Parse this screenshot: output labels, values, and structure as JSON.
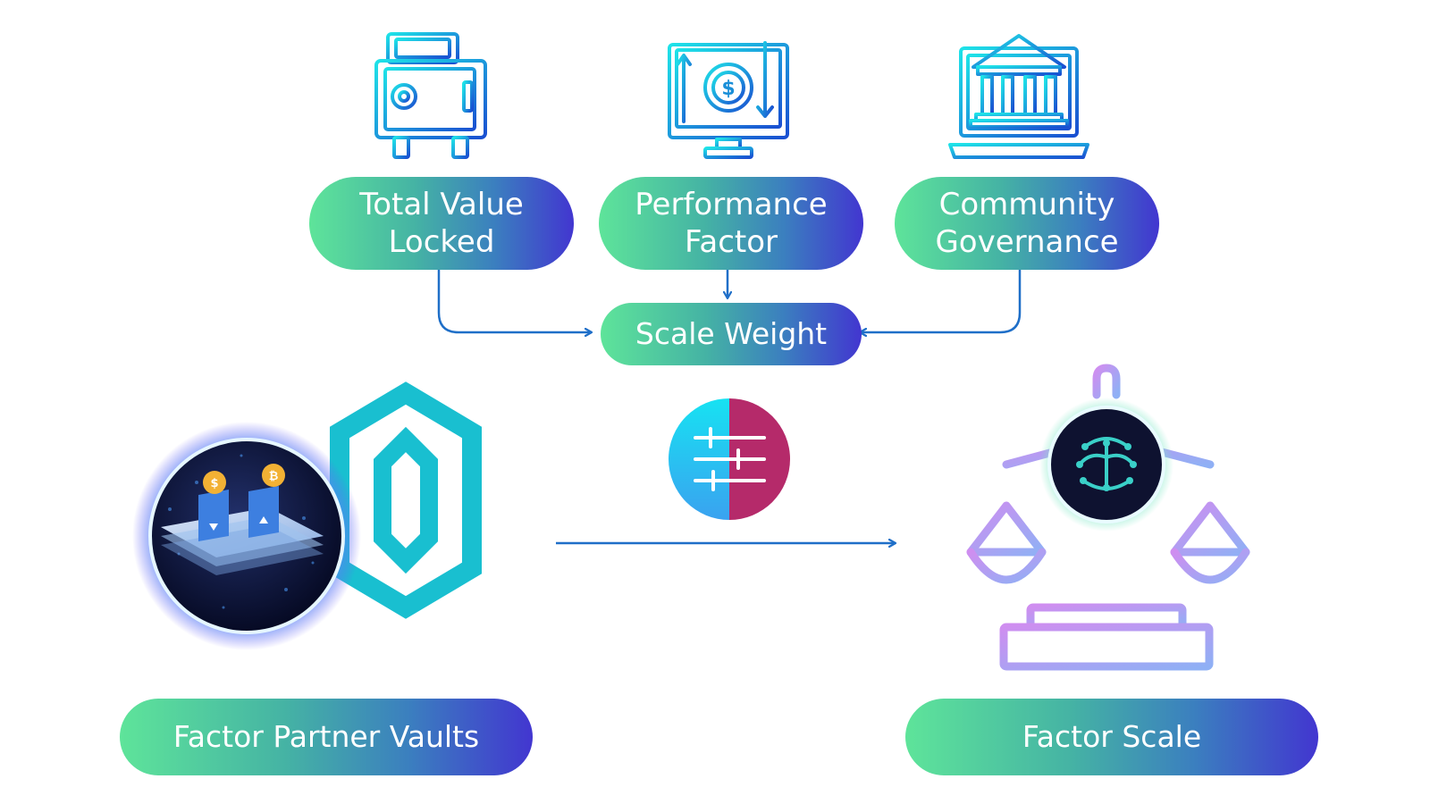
{
  "nodes": {
    "tvl": {
      "label": "Total Value\nLocked",
      "icon": "vault-safe-icon"
    },
    "performance": {
      "label": "Performance\nFactor",
      "icon": "monitor-dollar-icon"
    },
    "governance": {
      "label": "Community\nGovernance",
      "icon": "laptop-bank-icon"
    },
    "scale_weight": {
      "label": "Scale Weight",
      "icon": "sliders-icon"
    },
    "partner_vaults": {
      "label": "Factor Partner Vaults",
      "icon": "crypto-vault-icon"
    },
    "factor_scale": {
      "label": "Factor Scale",
      "icon": "balance-scale-icon"
    }
  },
  "edges": [
    {
      "from": "Total Value Locked",
      "to": "Scale Weight"
    },
    {
      "from": "Performance Factor",
      "to": "Scale Weight"
    },
    {
      "from": "Community Governance",
      "to": "Scale Weight"
    },
    {
      "from": "Factor Partner Vaults",
      "to": "Factor Scale"
    }
  ],
  "colors": {
    "pill_gradient": [
      "#5ee49a",
      "#4236d0"
    ],
    "icon_gradient": [
      "#1ee3e8",
      "#1a4fd1"
    ],
    "arrow": "#1f6fc8",
    "factor_logo": "#19bfd0",
    "scale_gradient": [
      "#cf8ef0",
      "#8fb0f5"
    ],
    "sliders_left": "#16c8ee",
    "sliders_right": "#b52a6a"
  }
}
